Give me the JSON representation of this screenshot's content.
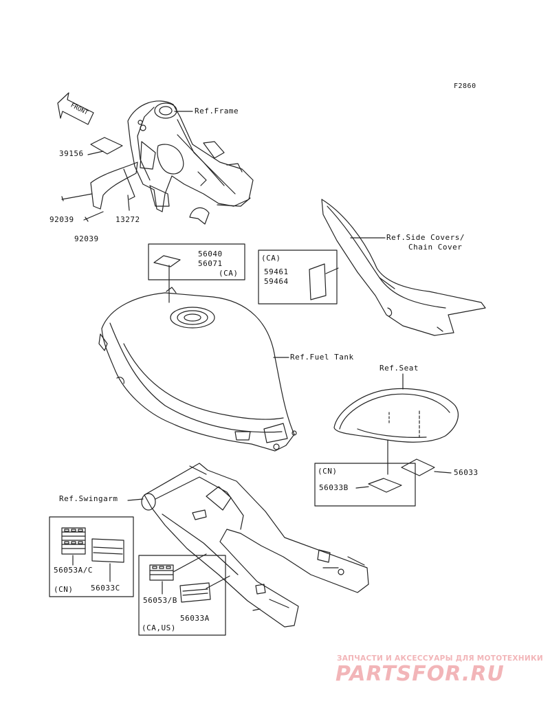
{
  "figure_code": "F2860",
  "front_arrow": "FRONT",
  "refs": {
    "frame": "Ref.Frame",
    "side_covers_1": "Ref.Side Covers/",
    "side_covers_2": "Chain Cover",
    "fuel_tank": "Ref.Fuel Tank",
    "seat": "Ref.Seat",
    "swingarm": "Ref.Swingarm"
  },
  "parts": {
    "p39156": "39156",
    "p92039_a": "92039",
    "p92039_b": "92039",
    "p13272": "13272",
    "p56040": "56040",
    "p56071": "56071",
    "ca_tank": "(CA)",
    "ca_side": "(CA)",
    "p59461": "59461",
    "p59464": "59464",
    "cn_seat": "(CN)",
    "p56033B": "56033B",
    "p56033": "56033",
    "p56053AC": "56053A/C",
    "p56033C": "56033C",
    "cn_swing": "(CN)",
    "p56053B": "56053/B",
    "p56033A": "56033A",
    "ca_us": "(CA,US)"
  },
  "watermark": {
    "line1": "ЗАПЧАСТИ И АКСЕССУАРЫ ДЛЯ МОТОТЕХНИКИ",
    "line2": "PARTSFOR.RU",
    "color": "#f2b5b8"
  },
  "colors": {
    "line": "#222222",
    "background": "#ffffff"
  }
}
